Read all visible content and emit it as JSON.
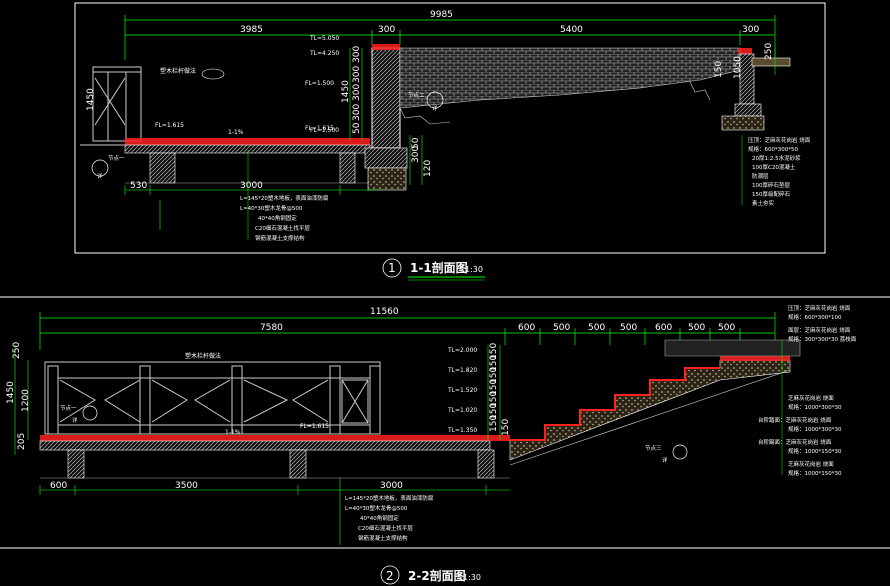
{
  "colors": {
    "background": "#000000",
    "frame": "#ffffff",
    "dimension": "#00ff00",
    "concrete_hatch": "#e0e0e0",
    "deck_red": "#ff2020",
    "hatch_fill": "#b4b4b4",
    "gravel": "#7a6a50",
    "cyan_outline": "#00e5ff",
    "yellow_text": "#ffff40"
  },
  "section1": {
    "number": "1",
    "title": "1-1剖面图",
    "scale": "1:30",
    "dims_top": [
      "9985"
    ],
    "dims_mid": [
      "3985",
      "300",
      "5400",
      "300"
    ],
    "dims_bottom": [
      "530",
      "3000"
    ],
    "dims_right_v": [
      "250",
      "150",
      "1050"
    ],
    "dims_left_v": [
      "1450"
    ],
    "dims_center_v": [
      "1450",
      "300",
      "300",
      "300",
      "300",
      "50",
      "50",
      "300",
      "120"
    ],
    "slope": "1-1%",
    "level_labels": [
      "FL=1.615",
      "FL=1.615",
      "TL=5.050",
      "TL=4.250",
      "FL=1.500",
      "FL=1.500"
    ],
    "node_labels": [
      {
        "title": "节点一",
        "ref": "详"
      },
      {
        "title": "节点二",
        "ref": "详"
      }
    ],
    "rail_note": "塑木栏杆做法",
    "deck_notes": [
      "L=145*20塑木地板，表面油漆防腐",
      "L=40*30塑木龙骨@500",
      "40*40角钢固定",
      "C20细石混凝土找平层",
      "钢筋混凝土支撑结构"
    ],
    "stone_notes": [
      "压顶：芝麻灰花岗岩 烧面",
      "规格：600*300*50",
      "20厚1:2.5水泥砂浆",
      "100厚C20混凝土",
      "防潮层",
      "100厚碎石垫层",
      "150厚级配碎石",
      "素土夯实"
    ]
  },
  "section2": {
    "number": "2",
    "title": "2-2剖面图",
    "scale": "1:30",
    "dims_top": [
      "11560"
    ],
    "dims_mid": [
      "7580",
      "600",
      "500",
      "500",
      "500",
      "600",
      "500",
      "500"
    ],
    "dims_bottom": [
      "600",
      "3500",
      "3000"
    ],
    "dims_left_v": [
      "250",
      "1450",
      "1200",
      "205"
    ],
    "dims_center_v": [
      "150",
      "150",
      "150",
      "150",
      "150",
      "150",
      "150",
      "150"
    ],
    "slope": "1-1%",
    "level_labels": [
      "TL=2.000",
      "TL=1.820",
      "TL=1.520",
      "TL=1.020",
      "FL=1.615",
      "TL=1.350"
    ],
    "node_labels": [
      {
        "title": "节点一",
        "ref": "详"
      },
      {
        "title": "节点三",
        "ref": "详"
      }
    ],
    "rail_note": "塑木栏杆做法",
    "deck_notes": [
      "L=145*20塑木地板，表面油漆防腐",
      "L=40*30塑木龙骨@500",
      "40*40角钢固定",
      "C20细石混凝土找平层",
      "钢筋混凝土支撑结构"
    ],
    "stair_notes": [
      "压顶：芝麻灰花岗岩 烧面",
      "规格：600*300*100",
      "面层：芝麻灰花岗岩 烧面",
      "规格：300*300*30 荔枝面",
      "芝麻灰花岗岩 烧面",
      "规格：1000*300*30",
      "台阶踏面：芝麻灰花岗岩 烧面",
      "规格：1000*300*30",
      "台阶踢面：芝麻灰花岗岩 烧面",
      "规格：1000*150*30",
      "芝麻灰花岗岩 烧面",
      "规格：1000*150*30"
    ]
  }
}
